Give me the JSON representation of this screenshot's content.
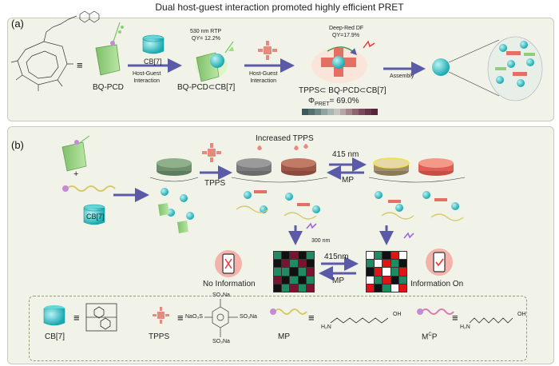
{
  "title": "Dual host-guest interaction promoted highly efficient PRET",
  "panel_a": {
    "label": "(a)",
    "bq_pcd": "BQ-PCD",
    "cb7": "CB[7]",
    "rtp_line1": "530 nm RTP",
    "rtp_line2": "QY= 12.2%",
    "host_guest_1": "Host-Guest\nInteraction",
    "complex1": "BQ-PCD⊂CB[7]",
    "host_guest_2": "Host-Guest\nInteraction",
    "df_line1": "Deep-Red DF",
    "df_line2": "QY=17.9%",
    "complex2": "TPPS⊂ BQ-PCD⊂CB[7]",
    "phi": "Φ",
    "phi_sub": "PRET",
    "phi_value": "= 69.0%",
    "assembly": "Assembly",
    "colorbar": [
      "#3c5a5c",
      "#56706e",
      "#6c8784",
      "#8fa3a0",
      "#a9b7b3",
      "#c6c4c0",
      "#b8a6a6",
      "#a2868a",
      "#8e6671",
      "#7a4a5c",
      "#67364a",
      "#542639"
    ]
  },
  "panel_b": {
    "label": "(b)",
    "plus": "+",
    "cb7": "CB[7]",
    "tpps": "TPPS",
    "increased": "Increased TPPS",
    "nm415_top": "415 nm",
    "mp_top": "MP",
    "nm300": "300 nm",
    "nm415_bottom": "415nm",
    "mp_bottom": "MP",
    "no_info": "No Information",
    "info_on": "Information On",
    "grid_left": [
      [
        "#1f8b63",
        "#111111",
        "#7a1230",
        "#111111",
        "#1f8b63"
      ],
      [
        "#111111",
        "#7a1230",
        "#1f8b63",
        "#7a1230",
        "#111111"
      ],
      [
        "#1f8b63",
        "#1f8b63",
        "#111111",
        "#1f8b63",
        "#7a1230"
      ],
      [
        "#7a1230",
        "#111111",
        "#1f8b63",
        "#111111",
        "#1f8b63"
      ],
      [
        "#111111",
        "#1f8b63",
        "#7a1230",
        "#1f8b63",
        "#7a1230"
      ]
    ],
    "grid_right": [
      [
        "#ffffff",
        "#1f8b63",
        "#111111",
        "#e01414",
        "#ffffff"
      ],
      [
        "#1f8b63",
        "#ffffff",
        "#e01414",
        "#1f8b63",
        "#111111"
      ],
      [
        "#111111",
        "#e01414",
        "#ffffff",
        "#1f8b63",
        "#e01414"
      ],
      [
        "#ffffff",
        "#1f8b63",
        "#e01414",
        "#111111",
        "#1f8b63"
      ],
      [
        "#e01414",
        "#111111",
        "#1f8b63",
        "#ffffff",
        "#e01414"
      ]
    ]
  },
  "legend": {
    "cb7": "CB[7]",
    "tpps": "TPPS",
    "mp": "MP",
    "mcp": "M",
    "mcp_sup": "C",
    "mcp_tail": "P",
    "tpps_sub_top": "SO₃Na",
    "tpps_sub_left": "NaO₃S",
    "tpps_sub_right": "SO₃Na",
    "tpps_sub_bottom": "SO₃Na",
    "mp_h2n": "H₂N",
    "mp_oh": "OH",
    "mcp_h2n": "H₂N",
    "mcp_oh": "OH"
  },
  "colors": {
    "panel_bg": "#f1f3e8",
    "green": "#8fce7a",
    "cyan": "#2ec4c4",
    "arrow": "#5a5aa8",
    "pink": "#e58b7e"
  }
}
